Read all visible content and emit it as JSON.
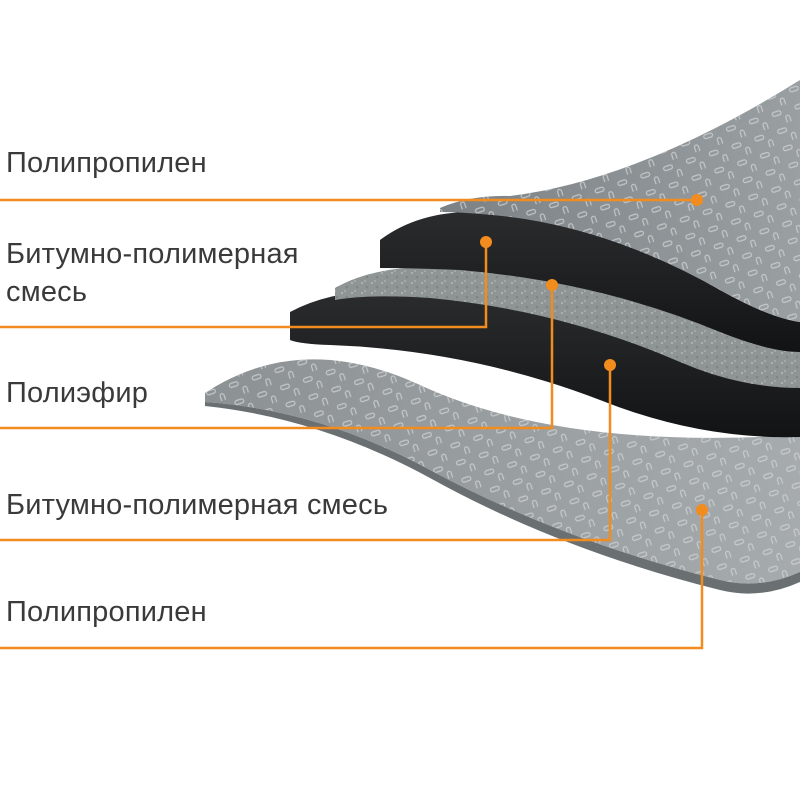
{
  "layers": [
    {
      "lines": [
        "Полипропилен"
      ]
    },
    {
      "lines": [
        "Битумно-полимерная",
        "смесь"
      ]
    },
    {
      "lines": [
        "Полиэфир"
      ]
    },
    {
      "lines": [
        "Битумно-полимерная смесь"
      ]
    },
    {
      "lines": [
        "Полипропилен"
      ]
    }
  ],
  "colors": {
    "accent": "#f28c1e",
    "text": "#3a3a3a",
    "polypropylene": "#8e9396",
    "bitumen": "#1c1d1f",
    "polyester": "#9aa09f"
  }
}
